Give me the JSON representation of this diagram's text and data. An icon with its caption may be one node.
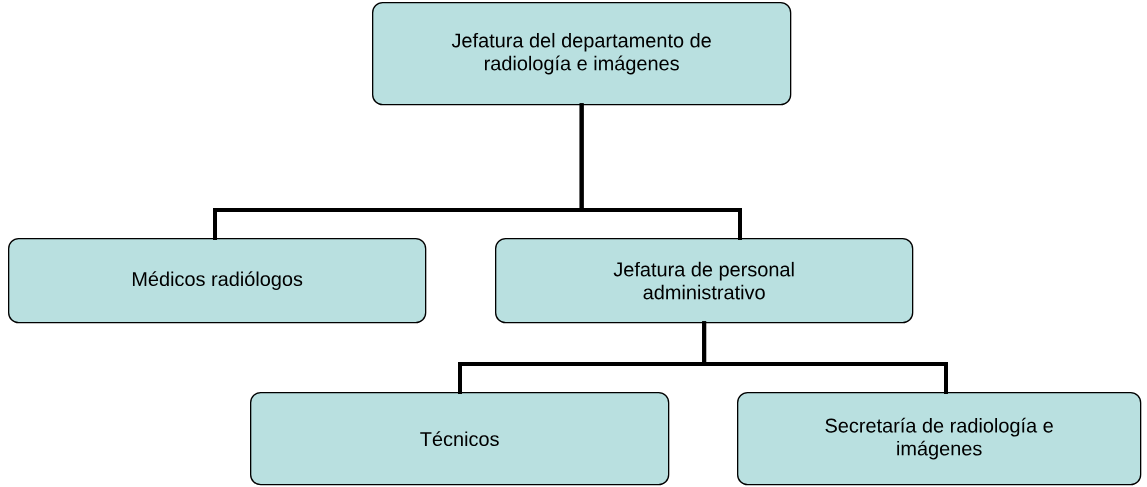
{
  "diagram": {
    "nodes": [
      {
        "text": [
          "Jefatura del departamento de radiología e imágenes"
        ]
      },
      {
        "text": [
          "Médicos radiólogos"
        ]
      },
      {
        "text": [
          "Jefatura de personal administrativo"
        ]
      },
      {
        "text": [
          "Técnicos"
        ]
      },
      {
        "text": [
          "Secretaría de radiología e imágenes"
        ]
      }
    ],
    "edges": [
      {
        "from": 0,
        "to": 1,
        "arrow": "none"
      },
      {
        "from": 0,
        "to": 2,
        "arrow": "none"
      },
      {
        "from": 2,
        "to": 3,
        "arrow": "none"
      },
      {
        "from": 2,
        "to": 4,
        "arrow": "none"
      }
    ]
  }
}
